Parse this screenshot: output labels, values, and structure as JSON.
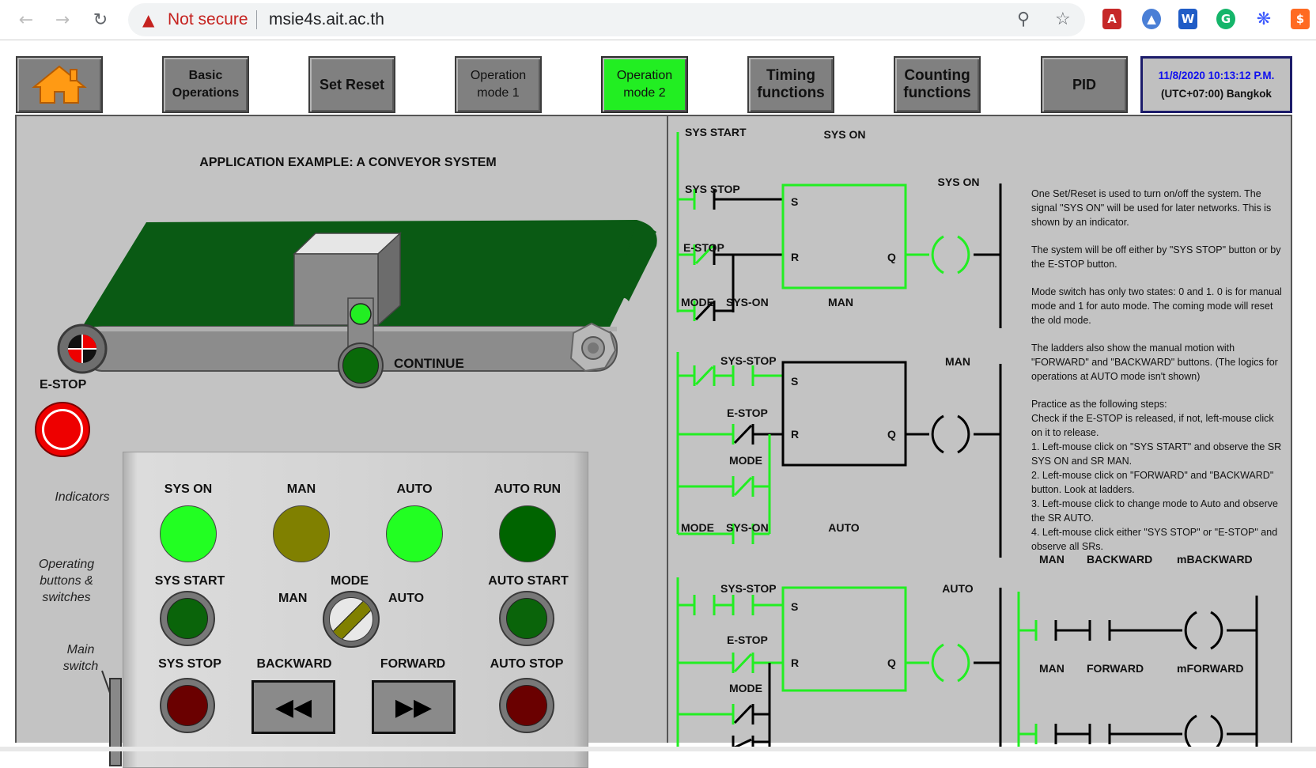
{
  "browser": {
    "security_label": "Not secure",
    "url": "msie4s.ait.ac.th"
  },
  "toolbar": {
    "buttons": [
      {
        "label": "Basic\nOperations"
      },
      {
        "label": "Set Reset"
      },
      {
        "label": "Operation\nmode 1"
      },
      {
        "label": "Operation\nmode 2"
      },
      {
        "label": "Timing\nfunctions"
      },
      {
        "label": "Counting\nfunctions"
      },
      {
        "label": "PID"
      }
    ],
    "active": "Operation mode 2",
    "datetime": "11/8/2020 10:13:12 P.M.",
    "timezone": "(UTC+07:00) Bangkok"
  },
  "conveyor": {
    "title": "APPLICATION EXAMPLE: A CONVEYOR SYSTEM",
    "continue_label": "CONTINUE",
    "estop_label": "E-STOP"
  },
  "panel": {
    "indicators_label": "Indicators",
    "operating_label": "Operating\nbuttons &\nswitches",
    "main_switch_label": "Main\nswitch",
    "indicators": [
      {
        "label": "SYS ON",
        "color": "#22ff22"
      },
      {
        "label": "MAN",
        "color": "#808000"
      },
      {
        "label": "AUTO",
        "color": "#22ff22"
      },
      {
        "label": "AUTO RUN",
        "color": "#006400"
      }
    ],
    "sys_start": "SYS START",
    "mode": "MODE",
    "man": "MAN",
    "auto": "AUTO",
    "auto_start": "AUTO START",
    "sys_stop": "SYS STOP",
    "backward": "BACKWARD",
    "forward": "FORWARD",
    "auto_stop": "AUTO STOP"
  },
  "ladder": {
    "r1": {
      "c1": "SYS START",
      "c2": "SYS STOP",
      "c3": "E-STOP",
      "sr": "SYS ON",
      "coil": "SYS ON"
    },
    "r2": {
      "c1": "MODE",
      "c2": "SYS-ON",
      "c3": "SYS-STOP",
      "c4": "E-STOP",
      "c5": "MODE",
      "sr": "MAN",
      "coil": "MAN"
    },
    "r3": {
      "c1": "MODE",
      "c2": "SYS-ON",
      "c3": "SYS-STOP",
      "c4": "E-STOP",
      "c5": "MODE",
      "sr": "AUTO",
      "coil": "AUTO"
    },
    "r4": {
      "c1": "MAN",
      "c2": "BACKWARD",
      "coil": "mBACKWARD"
    },
    "r5": {
      "c1": "MAN",
      "c2": "FORWARD",
      "coil": "mFORWARD"
    },
    "s": "S",
    "r": "R",
    "q": "Q"
  },
  "description": [
    "One Set/Reset is used to turn on/off the system. The signal \"SYS ON\" will be used for later networks. This is shown by an indicator.",
    "The system will be off either by \"SYS STOP\" button or by the E-STOP button.",
    "Mode switch has only two states: 0 and 1. 0 is for manual mode and 1 for auto mode. The coming mode will reset the old mode.",
    "The ladders also show the manual motion with \"FORWARD\" and \"BACKWARD\" buttons. (The logics for operations at AUTO mode isn't shown)",
    "Practice as the following steps:\nCheck if the E-STOP is released, if not, left-mouse click on it to release.\n1. Left-mouse click on \"SYS START\" and observe the SR SYS ON and SR MAN.\n2. Left-mouse click on \"FORWARD\" and \"BACKWARD\" button. Look at ladders.\n3. Left-mouse click to change mode to Auto and observe the SR AUTO.\n4. Left-mouse click either \"SYS STOP\" or \"E-STOP\" and observe all SRs."
  ],
  "colors": {
    "live": "#22ee22",
    "dead": "#000000",
    "panel": "#c3c3c3"
  }
}
